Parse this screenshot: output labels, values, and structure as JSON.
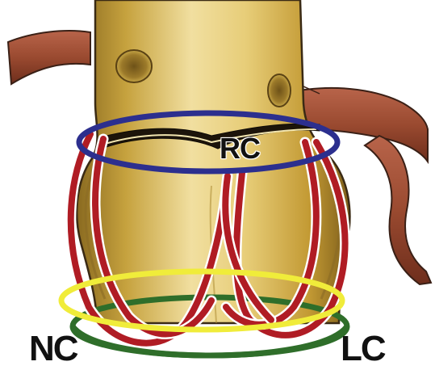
{
  "labels": {
    "right_coronary_cusp": "RC",
    "non_coronary_cusp": "NC",
    "left_coronary_cusp": "LC"
  },
  "colors": {
    "aorta_fill": "#c8a43c",
    "aorta_highlight": "#f2e2a0",
    "aorta_outline": "#3a2a14",
    "coronary_vessel": "#9a4a30",
    "crown_ring": "#b01c24",
    "upper_ring": "#2c2f8e",
    "middle_ring": "#f0ec3a",
    "lower_ring": "#2f6e2a",
    "label_text": "#111111"
  }
}
